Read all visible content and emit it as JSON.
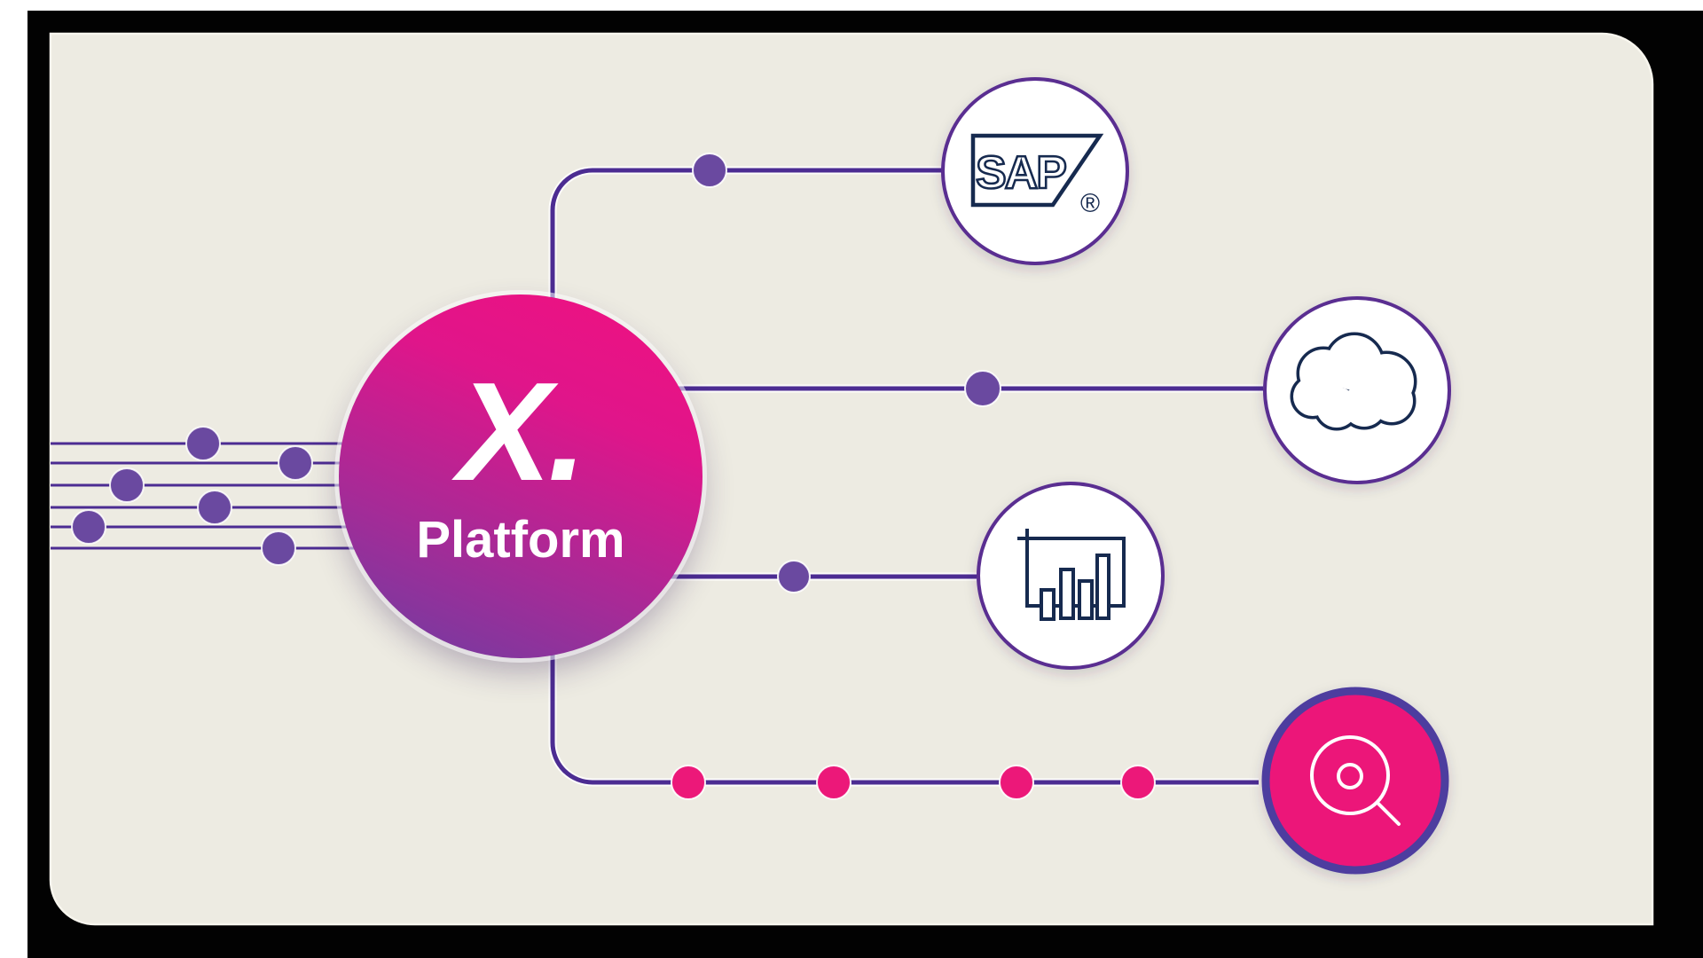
{
  "colors": {
    "page_bg": "#ffffff",
    "frame_black": "#020202",
    "card_beige": "#EDEBE2",
    "card_outline": "#F8F6EE",
    "connector_purple": "#4C2C92",
    "node_dot_purple": "#6A49A0",
    "accent_pink": "#EC1879",
    "icon_navy": "#192A50",
    "node_ring_purple": "#5A2D91",
    "search_ring_purple": "#4E3C9F",
    "white": "#ffffff",
    "platform_gradient_top": "#F01180",
    "platform_gradient_bottom": "#6C3EA2"
  },
  "platform": {
    "x_label": "X.",
    "name": "Platform"
  },
  "nodes": {
    "sap": {
      "label": "SAP",
      "registered_mark": "®",
      "icon": "sap-logo"
    },
    "cloud": {
      "icon": "cloud-icon"
    },
    "analytics": {
      "icon": "bar-chart-icon"
    },
    "search": {
      "icon": "search-icon"
    }
  }
}
